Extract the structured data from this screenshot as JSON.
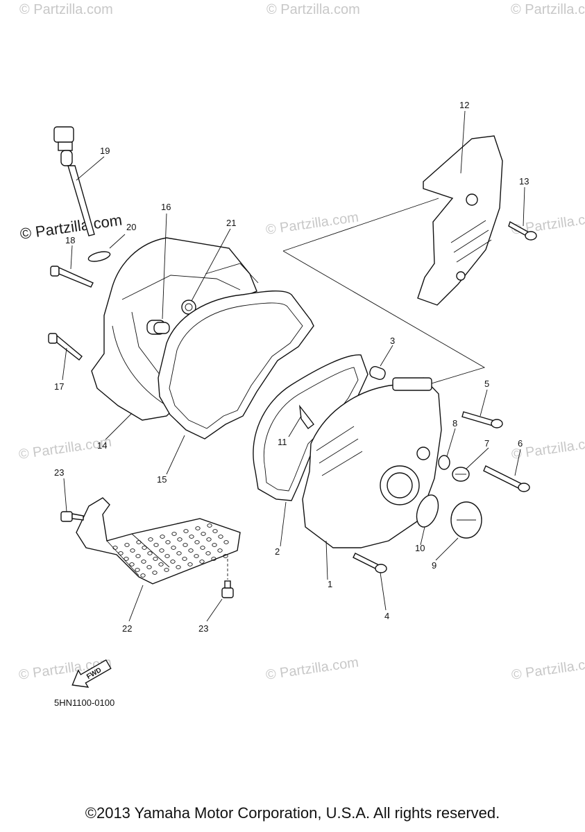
{
  "watermark": {
    "text": "© Partzilla.com"
  },
  "callouts": {
    "c1": "1",
    "c2": "2",
    "c3": "3",
    "c4": "4",
    "c5": "5",
    "c6": "6",
    "c7": "7",
    "c8": "8",
    "c9": "9",
    "c10": "10",
    "c11": "11",
    "c12": "12",
    "c13": "13",
    "c14": "14",
    "c15": "15",
    "c16": "16",
    "c17": "17",
    "c18": "18",
    "c19": "19",
    "c20": "20",
    "c21": "21",
    "c22": "22",
    "c23a": "23",
    "c23b": "23"
  },
  "direction_label": "FWD",
  "diagram_code": "5HN1100-0100",
  "copyright": "©2013 Yamaha Motor Corporation, U.S.A. All rights reserved."
}
